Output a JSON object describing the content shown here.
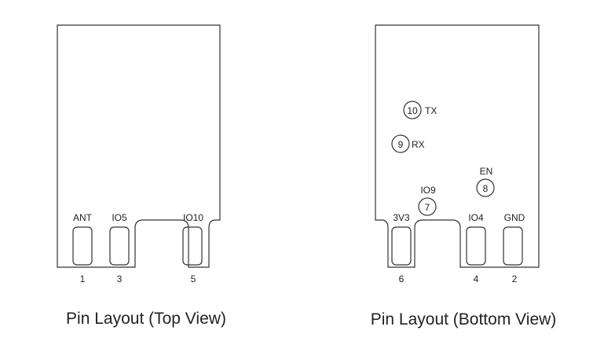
{
  "top_view": {
    "caption": "Pin Layout (Top View)",
    "pads": [
      {
        "name": "ANT",
        "number": "1"
      },
      {
        "name": "IO5",
        "number": "3"
      },
      {
        "name": "IO10",
        "number": "5"
      }
    ]
  },
  "bottom_view": {
    "caption": "Pin Layout (Bottom View)",
    "pads": [
      {
        "name": "3V3",
        "number": "6"
      },
      {
        "name": "IO4",
        "number": "4"
      },
      {
        "name": "GND",
        "number": "2"
      }
    ],
    "circle_pins": [
      {
        "number": "10",
        "name": "TX"
      },
      {
        "number": "9",
        "name": "RX"
      },
      {
        "number": "7",
        "name": "IO9"
      },
      {
        "number": "8",
        "name": "EN"
      }
    ]
  }
}
